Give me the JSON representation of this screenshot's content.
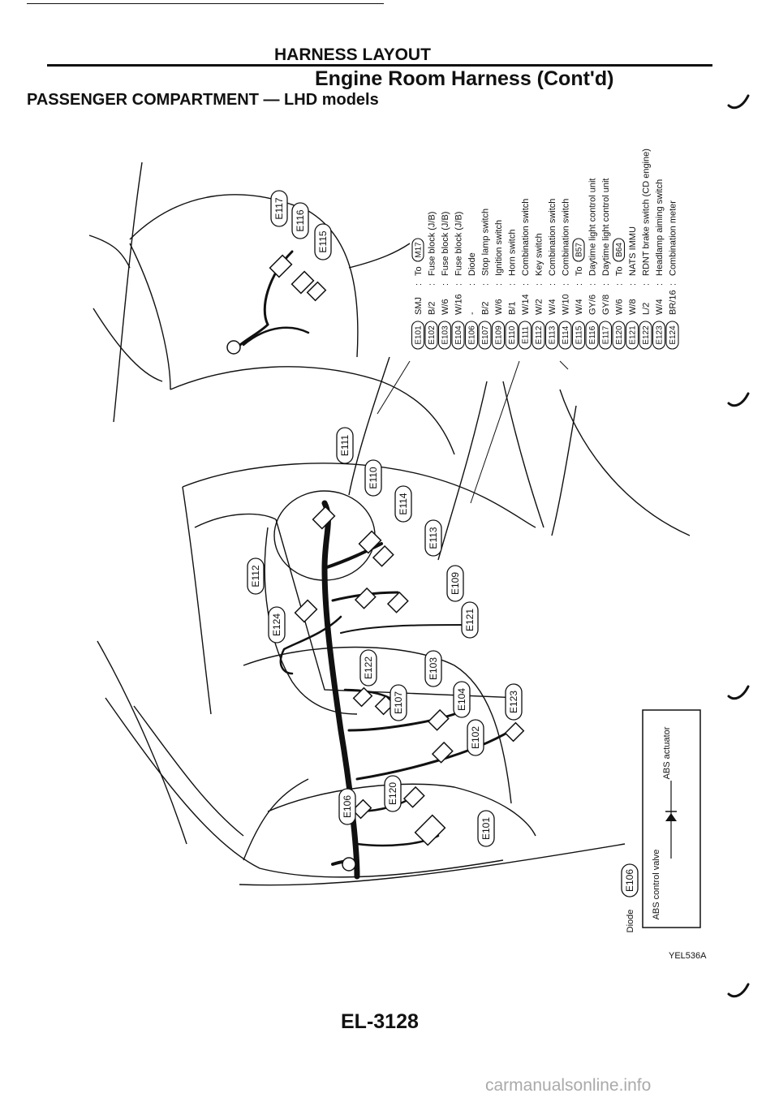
{
  "header": {
    "title": "HARNESS LAYOUT",
    "subtitle": "Engine Room Harness (Cont'd)",
    "section": "PASSENGER COMPARTMENT — LHD models"
  },
  "connector_list": [
    {
      "id": "E101",
      "wire": "SMJ",
      "sep": ":",
      "desc": "To",
      "ref": "M17"
    },
    {
      "id": "E102",
      "wire": "B/2",
      "sep": ":",
      "desc": "Fuse block (J/B)",
      "ref": ""
    },
    {
      "id": "E103",
      "wire": "W/6",
      "sep": ":",
      "desc": "Fuse block (J/B)",
      "ref": ""
    },
    {
      "id": "E104",
      "wire": "W/16",
      "sep": ":",
      "desc": "Fuse block (J/B)",
      "ref": ""
    },
    {
      "id": "E106",
      "wire": "-",
      "sep": ":",
      "desc": "Diode",
      "ref": ""
    },
    {
      "id": "E107",
      "wire": "B/2",
      "sep": ":",
      "desc": "Stop lamp switch",
      "ref": ""
    },
    {
      "id": "E109",
      "wire": "W/6",
      "sep": ":",
      "desc": "Ignition switch",
      "ref": ""
    },
    {
      "id": "E110",
      "wire": "B/1",
      "sep": ":",
      "desc": "Horn switch",
      "ref": ""
    },
    {
      "id": "E111",
      "wire": "W/14",
      "sep": ":",
      "desc": "Combination switch",
      "ref": ""
    },
    {
      "id": "E112",
      "wire": "W/2",
      "sep": ":",
      "desc": "Key switch",
      "ref": ""
    },
    {
      "id": "E113",
      "wire": "W/4",
      "sep": ":",
      "desc": "Combination switch",
      "ref": ""
    },
    {
      "id": "E114",
      "wire": "W/10",
      "sep": ":",
      "desc": "Combination switch",
      "ref": ""
    },
    {
      "id": "E115",
      "wire": "W/4",
      "sep": ":",
      "desc": "To",
      "ref": "B57"
    },
    {
      "id": "E116",
      "wire": "GY/6",
      "sep": ":",
      "desc": "Daytime light control unit",
      "ref": ""
    },
    {
      "id": "E117",
      "wire": "GY/8",
      "sep": ":",
      "desc": "Daytime light control unit",
      "ref": ""
    },
    {
      "id": "E120",
      "wire": "W/6",
      "sep": ":",
      "desc": "To",
      "ref": "B64"
    },
    {
      "id": "E121",
      "wire": "W/8",
      "sep": ":",
      "desc": "NATS IMMU",
      "ref": ""
    },
    {
      "id": "E122",
      "wire": "L/2",
      "sep": ":",
      "desc": "RDNT brake switch (CD engine)",
      "ref": ""
    },
    {
      "id": "E123",
      "wire": "W/4",
      "sep": ":",
      "desc": "Headlamp aiming switch",
      "ref": ""
    },
    {
      "id": "E124",
      "wire": "BR/16",
      "sep": ":",
      "desc": "Combination meter",
      "ref": ""
    }
  ],
  "callouts": [
    "E117",
    "E116",
    "E115",
    "E111",
    "E110",
    "E114",
    "E113",
    "E112",
    "E109",
    "E121",
    "E124",
    "E122",
    "E103",
    "E107",
    "E104",
    "E123",
    "E102",
    "E106",
    "E120",
    "E101"
  ],
  "diode_box": {
    "diode_label": "Diode",
    "connector": "E106",
    "left_label": "ABS control valve",
    "right_label": "ABS actuator"
  },
  "figure_code": "YEL536A",
  "page_number": "EL-3128",
  "watermark": "carmanualsonline.info"
}
